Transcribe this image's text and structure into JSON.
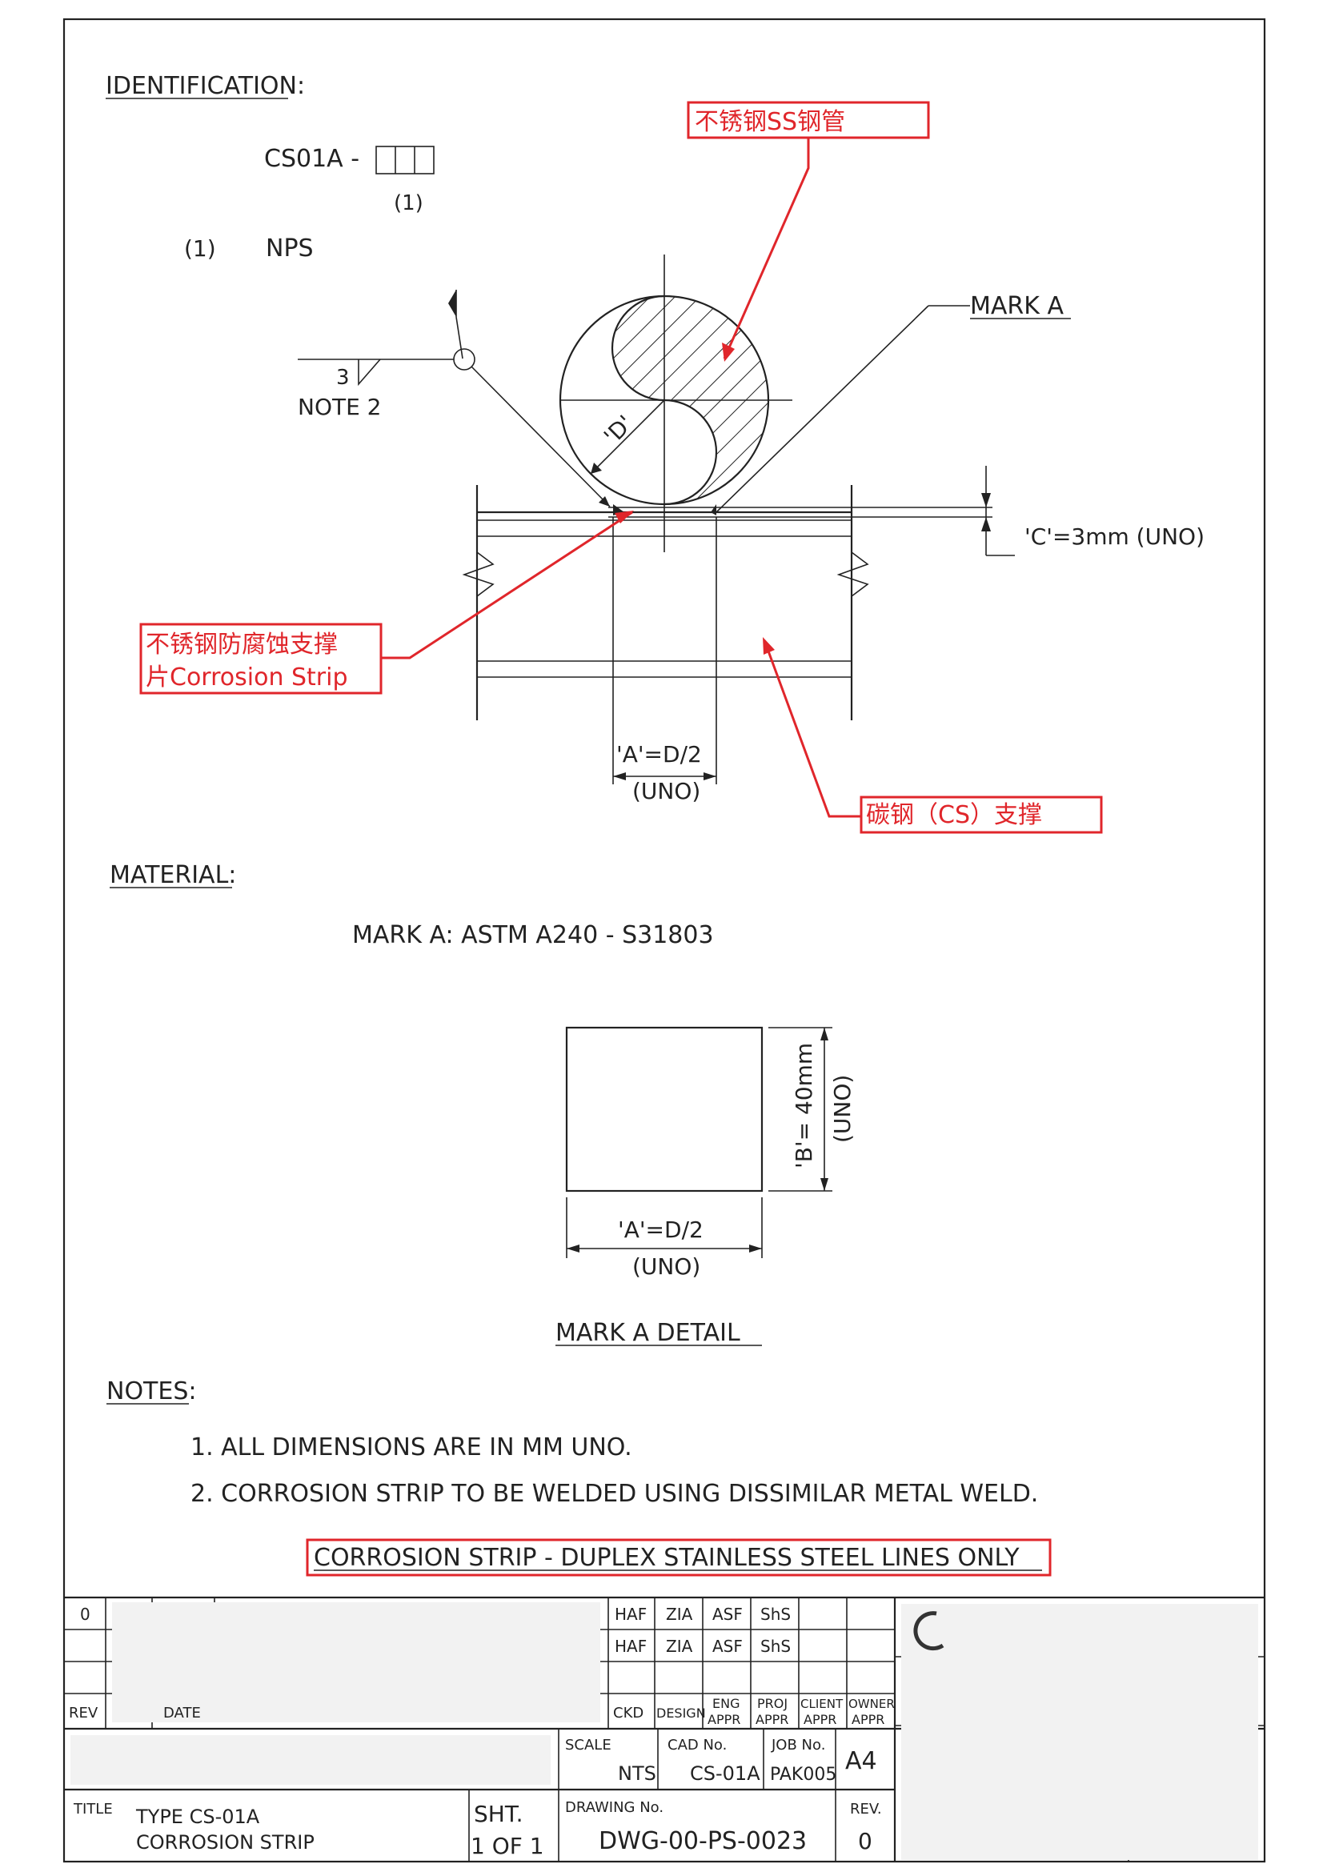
{
  "identification": {
    "heading": "IDENTIFICATION:",
    "code": "CS01A  -",
    "code_ref": "(1)",
    "legend_num": "(1)",
    "legend_text": "NPS"
  },
  "annotations": {
    "ss_pipe": "不锈钢SS钢管",
    "strip_line1": "不锈钢防腐蚀支撑",
    "strip_line2": "片Corrosion Strip",
    "cs_support": "碳钢（CS）支撑",
    "banner": "CORROSION STRIP - DUPLEX STAINLESS STEEL LINES ONLY"
  },
  "drawing": {
    "mark_a": "MARK A",
    "weld_size": "3",
    "note_ref": "NOTE 2",
    "d_label": "'D'",
    "c_dim": "'C'=3mm (UNO)",
    "a_dim": "'A'=D/2",
    "a_uno": "(UNO)"
  },
  "material": {
    "heading": "MATERIAL:",
    "spec": "MARK A:  ASTM A240 - S31803"
  },
  "detail": {
    "b_dim": "'B'= 40mm",
    "b_uno": "(UNO)",
    "a_dim": "'A'=D/2",
    "a_uno": "(UNO)",
    "title": "MARK A  DETAIL"
  },
  "notes": {
    "heading": "NOTES:",
    "items": [
      "1. ALL DIMENSIONS ARE IN MM UNO.",
      "2. CORROSION STRIP TO BE WELDED USING DISSIMILAR METAL WELD."
    ]
  },
  "title_block": {
    "rows": [
      {
        "rev": "0",
        "ckd": "HAF",
        "design": "ZIA",
        "eng": "ASF",
        "proj": "ShS"
      },
      {
        "rev": "",
        "ckd": "HAF",
        "design": "ZIA",
        "eng": "ASF",
        "proj": "ShS"
      }
    ],
    "headers": {
      "rev": "REV",
      "date": "DATE",
      "ckd": "CKD",
      "design": "DESIGN",
      "eng1": "ENG",
      "eng2": "APPR",
      "proj1": "PROJ",
      "proj2": "APPR",
      "client1": "CLIENT",
      "client2": "APPR",
      "owner1": "OWNER",
      "owner2": "APPR"
    },
    "scale_label": "SCALE",
    "scale": "NTS",
    "cad_label": "CAD No.",
    "cad": "CS-01A",
    "job_label": "JOB No.",
    "job": "PAK005",
    "size": "A4",
    "title_label": "TITLE",
    "title1": "TYPE CS-01A",
    "title2": "CORROSION STRIP",
    "sheet_label": "SHT.",
    "sheet": "1 OF 1",
    "dwg_label": "DRAWING No.",
    "dwg": "DWG-00-PS-0023",
    "rev_label": "REV.",
    "rev_value": "0"
  }
}
